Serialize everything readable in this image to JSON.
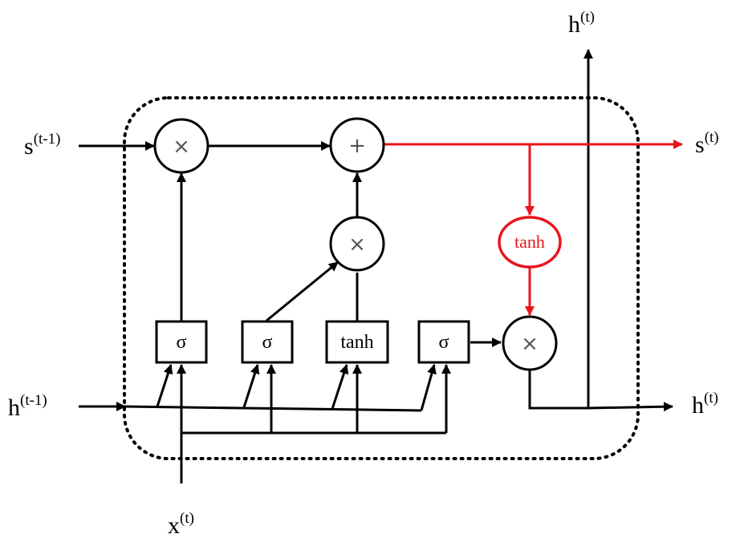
{
  "inputs": {
    "s_prev": {
      "base": "s",
      "sup": "(t-1)"
    },
    "h_prev": {
      "base": "h",
      "sup": "(t-1)"
    },
    "x": {
      "base": "x",
      "sup": "(t)"
    }
  },
  "outputs": {
    "s": {
      "base": "s",
      "sup": "(t)"
    },
    "h_right": {
      "base": "h",
      "sup": "(t)"
    },
    "h_top": {
      "base": "h",
      "sup": "(t)"
    }
  },
  "operators": {
    "multiply": "×",
    "add": "+"
  },
  "gates": {
    "forget": "σ",
    "input": "σ",
    "candidate": "tanh",
    "output": "σ"
  },
  "cell_state_activation": "tanh",
  "colors": {
    "highlight": "#e8141b",
    "line": "#000000",
    "operator_symbol": "#555555"
  }
}
